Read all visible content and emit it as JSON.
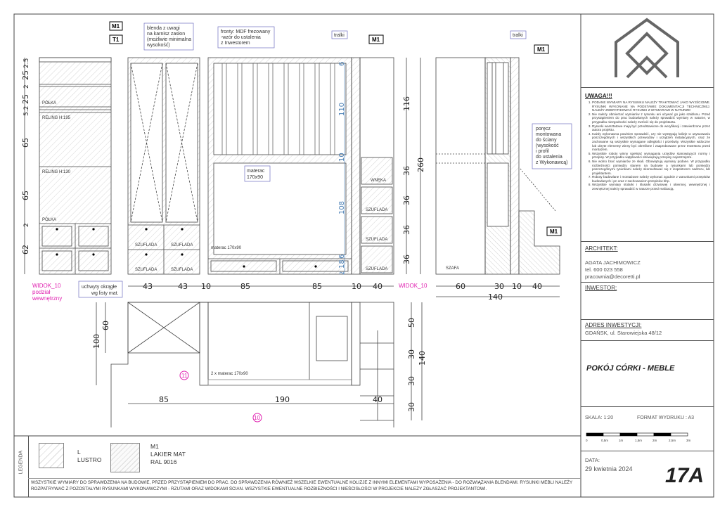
{
  "drawing": {
    "tags": {
      "m1": "M1",
      "t1": "T1"
    },
    "notes": {
      "blenda": [
        "blenda z uwagi",
        "na karnisz zasłon",
        "(możliwie minimalna",
        "wysokość)"
      ],
      "fronty": [
        "fronty: MDF frezowany",
        "-wzór do ustalenia",
        "z Inwestorem"
      ],
      "tralki": "tralki",
      "materac_note": [
        "materac",
        "170x90"
      ],
      "uchwyty": [
        "uchwyty okrągłe",
        "wg listy mat."
      ],
      "porecz": [
        "poręcz",
        "montowana",
        "do ściany",
        "(wysokość",
        "i profil",
        "do ustalenia",
        "z Wykonawcą)"
      ]
    },
    "labels": {
      "polka": "PÓŁKA",
      "reling195": "RELING H:195",
      "reling130": "RELING H:130",
      "szuflada": "SZUFLADA",
      "wneka": "WNĘKA",
      "materac": "materac 170x90",
      "szafa": "SZAFA",
      "plan_materac": "2 x materac 170x90"
    },
    "views": {
      "widok10": "WIDOK_10",
      "widok10_sub": [
        "podział",
        "wewnętrzny"
      ],
      "marker10": "10",
      "marker11": "11"
    },
    "dims": {
      "left_vertical": [
        "2.5",
        "25",
        "2",
        "25",
        "5.2",
        "65",
        "65",
        "2",
        "62"
      ],
      "front_bottom": [
        "43",
        "43",
        "10",
        "85",
        "85",
        "10",
        "40"
      ],
      "bed_blue": [
        "6",
        "110",
        "10",
        "108",
        "6",
        "18",
        "2"
      ],
      "right_stack": [
        "116",
        "36",
        "36",
        "36",
        "36"
      ],
      "total_height": "260",
      "side_bottom": [
        "60",
        "30",
        "10",
        "40"
      ],
      "side_total": "140",
      "plan_left": [
        "100",
        "60"
      ],
      "plan_bottom": [
        "85",
        "190",
        "40"
      ],
      "plan_right": [
        "50",
        "30",
        "30",
        "30"
      ],
      "plan_total": "140"
    }
  },
  "panel": {
    "uwaga_title": "UWAGA!!!",
    "uwaga_items": [
      "PODANE WYMIARY NA RYSUNKU NALEŻY TRAKTOWAĆ JAKO WYJŚCIOWE. RYSUNKI WYKONANE NA PODSTAWIE DOKUMENTACJI TECHNICZNEJ. NALEŻY ZWERYFIKOWAĆ RYSUNKI Z WYMIARAMI W NATURZE!",
      "Nie należy obmierzać wymiarów z rysunku ani używać go jako szablonu. Przed przystąpieniem do prac budowlanych należy sprawdzić wymiary w naturze, w przypadku niezgodności należy zwrócić się do projektanta.",
      "Rysunki warsztatowe mają być przedstawione do weryfikacji i zatwierdzone przez autora projektu.",
      "Każdy wykonawca powinien sprawdzić, czy nie występują kolizje w usytuowaniu poszczególnych i wszystkich przewodów i urządzeń instalacyjnych, oraz że zachowane są wszystkie wymagane odległości i prześwity. Wszystkie widoczne lub ukryte elementy winny być określone i zaaprobowane przez Inwestora przed montażem.",
      "Wszystkie roboty winny spełniać wymagania urzędów stanowiących normy i przepisy. W przypadku wątpliwości obowiązują przepisy najostrzejsze.",
      "Nie wolno brać wymiarów ze skali. Obowiązują wymiary podane. W przypadku rozbieżności pomiędzy stanem na budowie a rysunkami lub pomiędzy poszczególnymi rysunkami należy skonsultować się z inspektorem nadzoru, lub projektantem.",
      "Roboty budowlane i montażowe należy wykonać zgodnie z warunkami przepisów budowlanych i pn oraz z zachowaniem przepisów bhp.",
      "Wszystkie wymiary stolarki i ślusarki drzwiowej i okiennej, wewnętrznej i zewnętrznej należy sprawdzić w naturze przed realizacją."
    ],
    "architekt_label": "ARCHITEKT:",
    "architekt_name": "AGATA JACHIMOWICZ",
    "architekt_tel": "tel. 600 023 558",
    "architekt_email": "pracownia@decoretti.pl",
    "inwestor_label": "INWESTOR:",
    "adres_label": "ADRES INWESTYCJI:",
    "adres": "GDAŃSK, ul. Starowiejska 48/12",
    "title": "POKÓJ CÓRKI - MEBLE",
    "skala": "SKALA: 1:20",
    "format": "FORMAT WYDRUKU : A3",
    "scale_ticks": [
      "0",
      "0,5m",
      "1m",
      "1,5m",
      "2m",
      "2,5m",
      "3m"
    ],
    "data_label": "DATA:",
    "data": "29 kwietnia 2024",
    "sheet": "17A"
  },
  "legend": {
    "label": "LEGENDA",
    "items": [
      {
        "code": "L",
        "name": "LUSTRO"
      },
      {
        "code": "M1",
        "name": "LAKIER MAT",
        "extra": "RAL 9016"
      }
    ],
    "footer": "WSZYSTKIE WYMIARY DO SPRAWDZENIA NA BUDOWIE, PRZED PRZYSTĄPIENIEM DO PRAC. DO SPRAWDZENIA RÓWNIEŻ WSZELKIE EWENTUALNE KOLIZJE Z INNYMI ELEMENTAMI WYPOSAŻENIA - DO ROZWIĄZANIA BLENDAMI. RYSUNKI MEBLI NALEŻY ROZPATRYWAĆ Z POZOSTAŁYMI RYSUNKAMI WYKONAWCZYMI - RZUTAMI ORAZ WIDOKAMI ŚCIAN. WSZYSTKIE EWENTUALNE ROZBIEŻNOŚCI I NIEŚCISŁOŚCI W PROJEKCIE NALEŻY ZGŁASZAĆ PROJEKTANTOWI."
  }
}
